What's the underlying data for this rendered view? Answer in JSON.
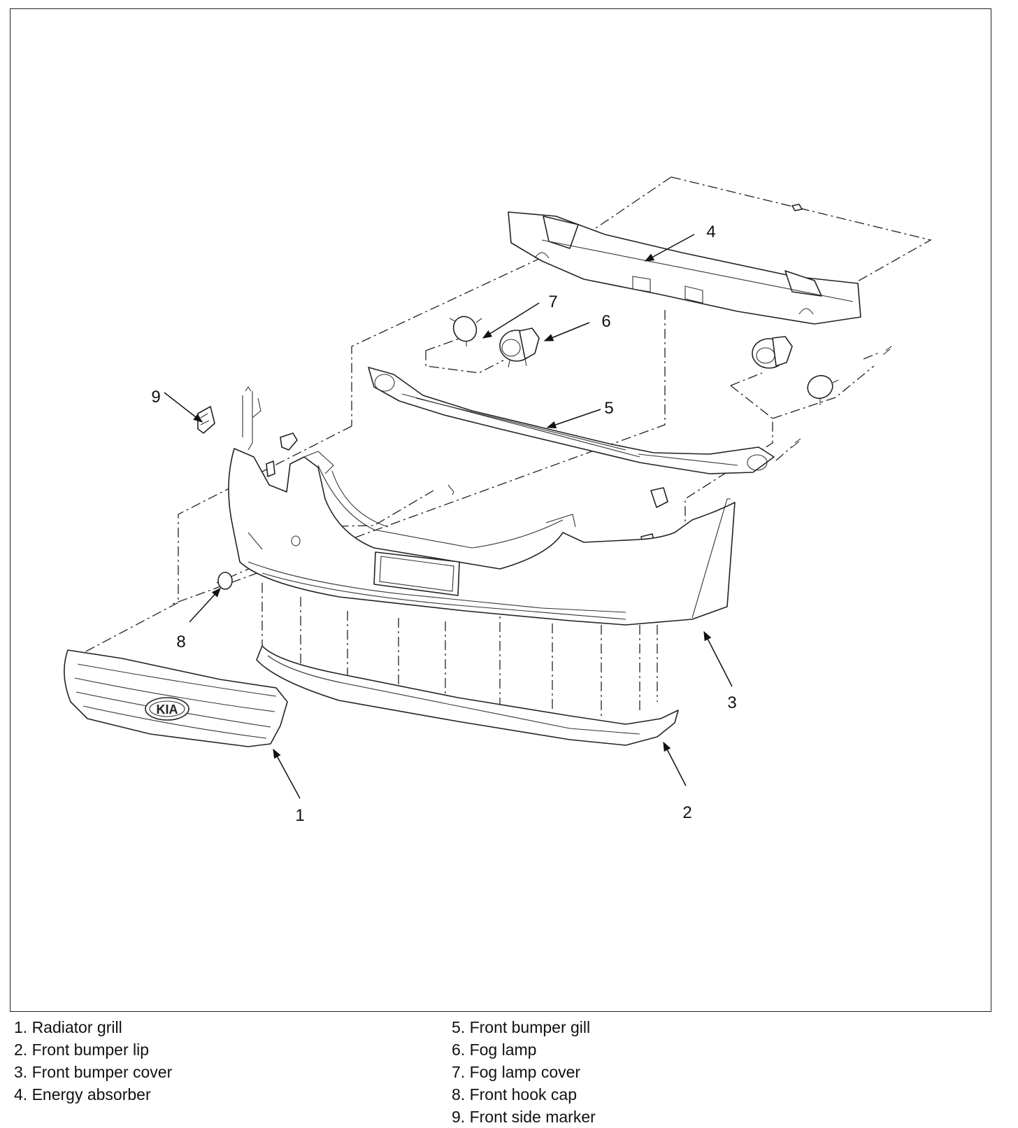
{
  "callouts": [
    "1",
    "2",
    "3",
    "4",
    "5",
    "6",
    "7",
    "8",
    "9"
  ],
  "grill_logo": "KIA",
  "legend_left": [
    "1. Radiator grill",
    "2. Front bumper lip",
    "3. Front bumper cover",
    "4. Energy absorber"
  ],
  "legend_right": [
    "5. Front bumper gill",
    "6. Fog lamp",
    "7. Fog lamp cover",
    "8. Front hook cap",
    "9. Front side marker"
  ]
}
